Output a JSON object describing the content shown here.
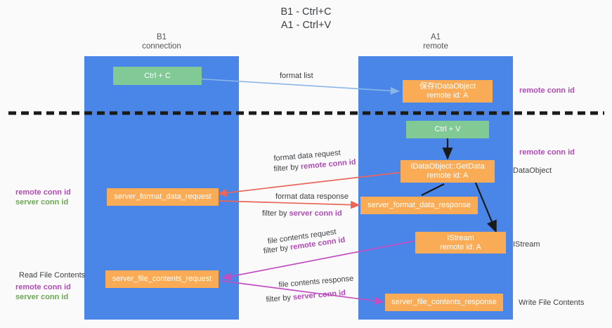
{
  "title": {
    "line1": "B1 - Ctrl+C",
    "line2": "A1 - Ctrl+V"
  },
  "columns": [
    {
      "name": "B1",
      "subtitle": "connection"
    },
    {
      "name": "A1",
      "subtitle": "remote"
    }
  ],
  "nodes": {
    "ctrl_c": {
      "label": "Ctrl + C"
    },
    "save_idataobject": {
      "line1": "保存IDataObject",
      "line2": "remote id: A"
    },
    "ctrl_v": {
      "label": "Ctrl + V"
    },
    "idataobject_getdata": {
      "line1": "IDataObject::GetData",
      "line2": "remote id: A"
    },
    "server_format_data_request": {
      "label": "server_format_data_request"
    },
    "server_format_data_response": {
      "label": "server_format_data_response"
    },
    "istream": {
      "line1": "IStream",
      "line2": "remote id: A"
    },
    "server_file_contents_request": {
      "label": "server_file_contents_request"
    },
    "server_file_contents_response": {
      "label": "server_file_contents_response"
    }
  },
  "edge_labels": {
    "format_list": "format list",
    "format_data_request": "format data request",
    "format_data_request_filter_prefix": "filter by ",
    "format_data_request_filter_key": "remote conn id",
    "format_data_response": "format data response",
    "format_data_response_filter_prefix": "filter by ",
    "format_data_response_filter_key": "server conn id",
    "file_contents_request": "file contents request",
    "file_contents_request_filter_prefix": "filter by ",
    "file_contents_request_filter_key": "remote conn id",
    "file_contents_response": "file contents response",
    "file_contents_response_filter_prefix": "filter by ",
    "file_contents_response_filter_key": "server conn id"
  },
  "annotations": {
    "right_remote_conn_id_top": "remote conn id",
    "right_remote_conn_id_mid": "remote conn id",
    "right_dataobject": "DataObject",
    "right_istream": "IStream",
    "right_write_file_contents": "Write File Contents",
    "left_remote_conn_id": "remote conn id",
    "left_server_conn_id": "server conn id",
    "left_read_file_contents": "Read File Contents",
    "left_bottom_remote_conn_id": "remote conn id",
    "left_bottom_server_conn_id": "server conn id"
  },
  "colors": {
    "column_blue": "#4a86e8",
    "node_green": "#81c995",
    "node_orange": "#f9ab55",
    "accent_purple": "#b04bb4",
    "accent_green": "#6aa84f",
    "arrow_blue": "#8ab6e8",
    "arrow_red": "#e8675a",
    "arrow_magenta": "#c24ec2",
    "arrow_black": "#1a1a1a",
    "divider": "#1a1a1a",
    "background": "#fafafa"
  }
}
